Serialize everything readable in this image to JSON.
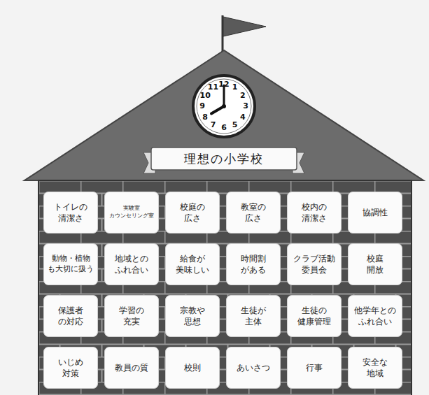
{
  "diagram": {
    "title": "理想の小学校",
    "nodes": [
      {
        "text": [
          "トイレの 清潔さ"
        ]
      },
      {
        "text": [
          "実験室 カウンセリング室"
        ]
      },
      {
        "text": [
          "校庭の 広さ"
        ]
      },
      {
        "text": [
          "教室の 広さ"
        ]
      },
      {
        "text": [
          "校内の 清潔さ"
        ]
      },
      {
        "text": [
          "協調性"
        ]
      },
      {
        "text": [
          "動物・植物 も大切に扱う"
        ]
      },
      {
        "text": [
          "地域との ふれ合い"
        ]
      },
      {
        "text": [
          "給食が 美味しい"
        ]
      },
      {
        "text": [
          "時間割 がある"
        ]
      },
      {
        "text": [
          "クラブ活動 委員会"
        ]
      },
      {
        "text": [
          "校庭 開放"
        ]
      },
      {
        "text": [
          "保護者 の対応"
        ]
      },
      {
        "text": [
          "学習の 充実"
        ]
      },
      {
        "text": [
          "宗教や 思想"
        ]
      },
      {
        "text": [
          "生徒が 主体"
        ]
      },
      {
        "text": [
          "生徒の 健康管理"
        ]
      },
      {
        "text": [
          "他学年との ふれ合い"
        ]
      },
      {
        "text": [
          "いじめ 対策"
        ]
      },
      {
        "text": [
          "教員の質"
        ]
      },
      {
        "text": [
          "校則"
        ]
      },
      {
        "text": [
          "あいさつ"
        ]
      },
      {
        "text": [
          "行事"
        ]
      },
      {
        "text": [
          "安全な 地域"
        ]
      }
    ],
    "labels": [
      "12",
      "1",
      "2",
      "3",
      "4",
      "5",
      "6",
      "7",
      "8",
      "9",
      "10",
      "11"
    ]
  }
}
